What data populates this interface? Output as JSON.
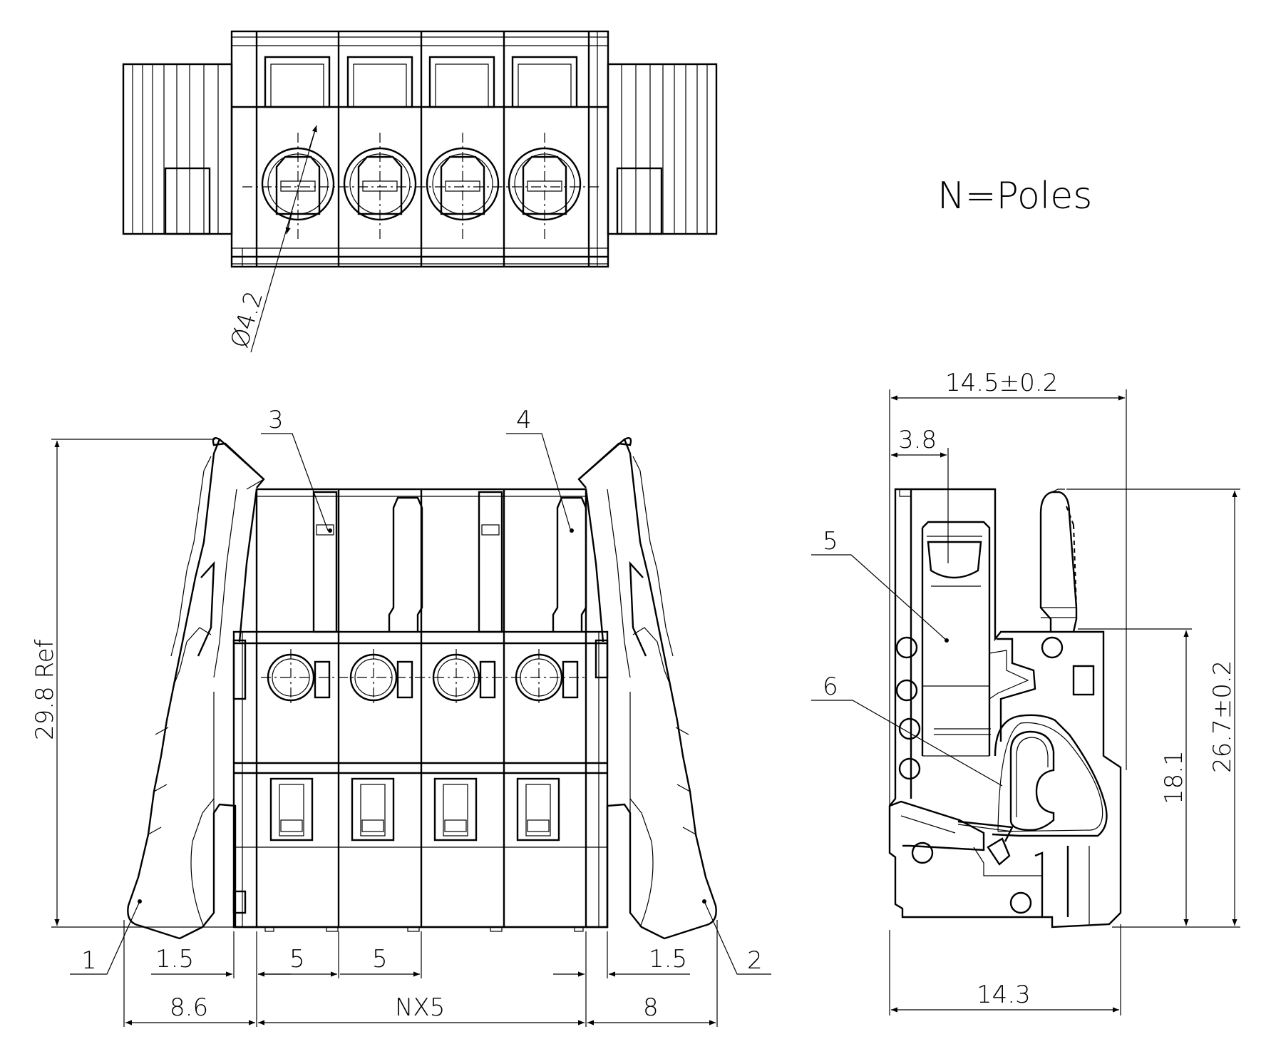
{
  "note": "N=Poles",
  "top_view": {
    "diameter_label": "Ø4.2"
  },
  "front_view": {
    "height_label": "29.8 Ref",
    "dims_row1": [
      "1.5",
      "5",
      "5",
      "1.5"
    ],
    "dims_row2": [
      "8.6",
      "NX5",
      "8"
    ],
    "callouts": [
      "1",
      "2",
      "3",
      "4"
    ]
  },
  "side_view": {
    "width_top": "14.5±0.2",
    "offset": "3.8",
    "height_total": "26.7±0.2",
    "height_inner": "18.1",
    "width_bottom": "14.3",
    "callouts": [
      "5",
      "6"
    ]
  }
}
